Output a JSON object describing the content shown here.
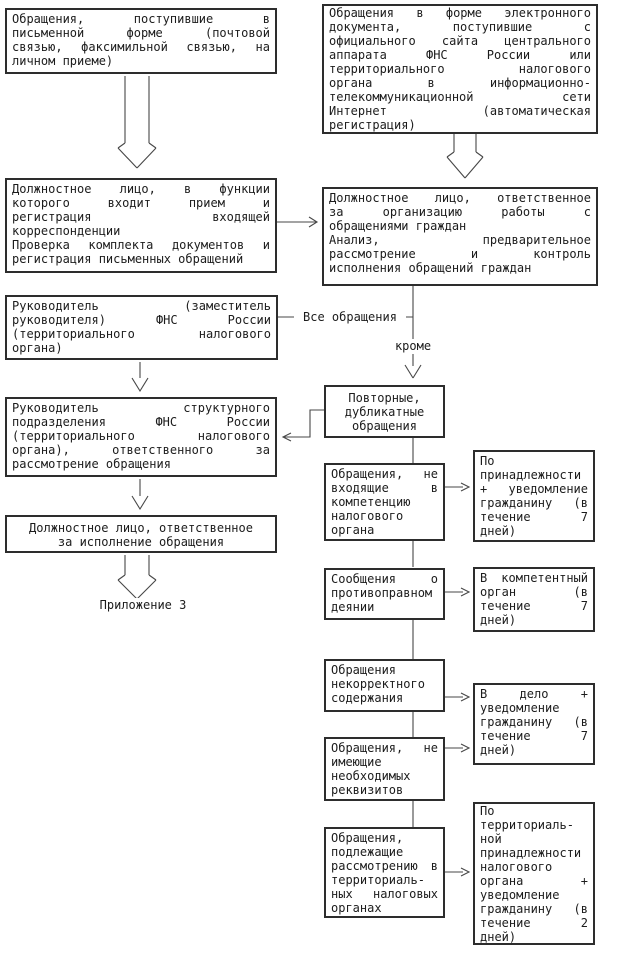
{
  "colors": {
    "ink": "#1c1c1c",
    "box_border": "#2d2d2d",
    "connector_line": "#474747",
    "background": "#ffffff"
  },
  "boxes": {
    "written": [
      [
        "Обращения, поступившие в",
        "письменной форме (почтовой",
        "связью, факсимильной связью, на",
        "личном приеме)"
      ]
    ],
    "electronic": [
      [
        "Обращения в форме электронного",
        "документа, поступившие с",
        "официального сайта центрального",
        "аппарата ФНС России или",
        "территориального налогового",
        "органа в информационно-",
        "телекоммуникационной сети",
        "Интернет (автоматическая",
        "регистрация)"
      ]
    ],
    "intake_official": [
      [
        "Должностное лицо, в функции",
        "которого входит прием и",
        "регистрация входящей",
        "корреспонденции"
      ],
      [
        "Проверка комплекта документов и",
        "регистрация письменных обращений"
      ]
    ],
    "organizer_official": [
      [
        "Должностное лицо, ответственное",
        "за организацию работы с",
        "обращениями граждан"
      ],
      [
        "Анализ, предварительное",
        "рассмотрение и контроль",
        "исполнения обращений граждан"
      ]
    ],
    "fns_head": [
      [
        "Руководитель (заместитель",
        "руководителя) ФНС России",
        "(территориального налогового",
        "органа)"
      ]
    ],
    "unit_head": [
      [
        "Руководитель структурного",
        "подразделения ФНС России",
        "(территориального налогового",
        "органа), ответственного за",
        "рассмотрение обращения"
      ]
    ],
    "executor_official": [
      [
        "Должностное лицо, ответственное",
        "за исполнение обращения"
      ]
    ],
    "repeat_appeals": [
      [
        "Повторные,",
        "дубликатные",
        "обращения"
      ]
    ],
    "outside_competence": [
      [
        "Обращения, не",
        "входящие в",
        "компетенцию",
        "налогового",
        "органа"
      ]
    ],
    "unlawful_reports": [
      [
        "Сообщения о",
        "противоправном",
        "деянии"
      ]
    ],
    "incorrect_content": [
      [
        "Обращения",
        "некорректного",
        "содержания"
      ]
    ],
    "missing_requisites": [
      [
        "Обращения, не",
        "имеющие",
        "необходимых",
        "реквизитов"
      ]
    ],
    "territorial_review": [
      [
        "Обращения,",
        "подлежащие",
        "рассмотрению в",
        "территориаль-",
        "ных налоговых",
        "органах"
      ]
    ],
    "forward_by_competence": [
      [
        "По",
        "принадлежности",
        "+ уведомление",
        "гражданину (в",
        "течение 7",
        "дней)"
      ]
    ],
    "competent_authority": [
      [
        "В компетентный",
        "орган (в",
        "течение 7",
        "дней)"
      ]
    ],
    "to_file": [
      [
        "В дело +",
        "уведомление",
        "гражданину (в",
        "течение 7",
        "дней)"
      ]
    ],
    "territorial_forwarding": [
      [
        "По",
        "территориаль-",
        "ной",
        "принадлежности",
        "налогового",
        "органа +",
        "уведомление",
        "гражданину (в",
        "течение 2",
        "дней)"
      ]
    ]
  },
  "labels": {
    "all_appeals": "Все обращения",
    "except": "кроме",
    "attachment_3": "Приложение 3"
  }
}
